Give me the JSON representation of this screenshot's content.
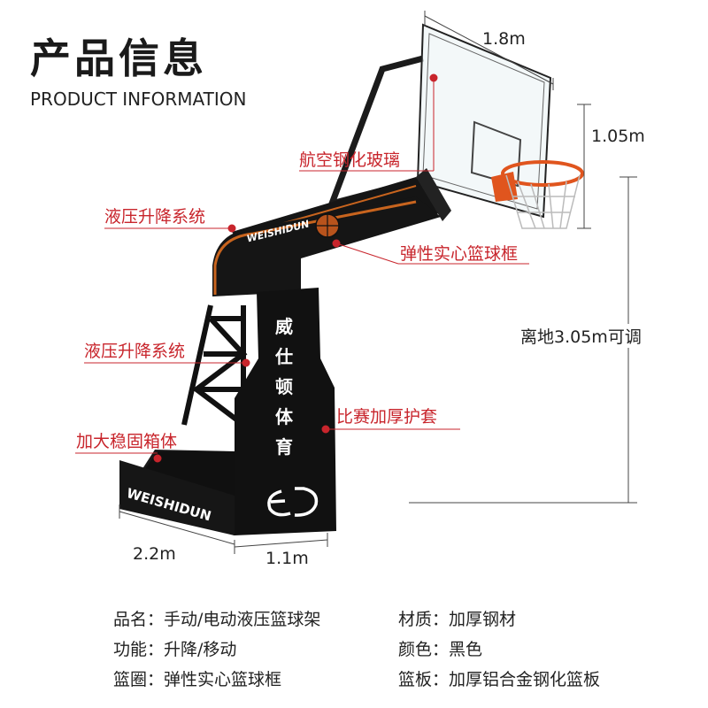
{
  "header": {
    "title_cn": "产品信息",
    "title_en": "PRODUCT INFORMATION"
  },
  "callouts": {
    "glass": "航空钢化玻璃",
    "hydraulic_top": "液压升降系统",
    "rim": "弹性实心篮球框",
    "hydraulic_mid": "液压升降系统",
    "pad": "比赛加厚护套",
    "base": "加大稳固箱体"
  },
  "dimensions": {
    "board_width": "1.8m",
    "board_height": "1.05m",
    "rim_height": "离地3.05m可调",
    "base_depth": "2.2m",
    "base_width": "1.1m"
  },
  "product_text": {
    "brand": "WEISHIDUN",
    "brand_cn": [
      "威",
      "仕",
      "顿",
      "体",
      "育"
    ],
    "logo": "ED"
  },
  "specs": {
    "left": [
      {
        "key": "品名：",
        "value": "手动/电动液压篮球架"
      },
      {
        "key": "功能：",
        "value": "升降/移动"
      },
      {
        "key": "篮圈：",
        "value": "弹性实心篮球框"
      }
    ],
    "right": [
      {
        "key": "材质：",
        "value": "加厚钢材"
      },
      {
        "key": "颜色：",
        "value": "黑色"
      },
      {
        "key": "篮板：",
        "value": "加厚铝合金钢化篮板"
      }
    ]
  },
  "colors": {
    "accent_red": "#c8252c",
    "stand_black": "#151515",
    "stripe_orange": "#c8641e",
    "rim_orange": "#e0551e"
  }
}
